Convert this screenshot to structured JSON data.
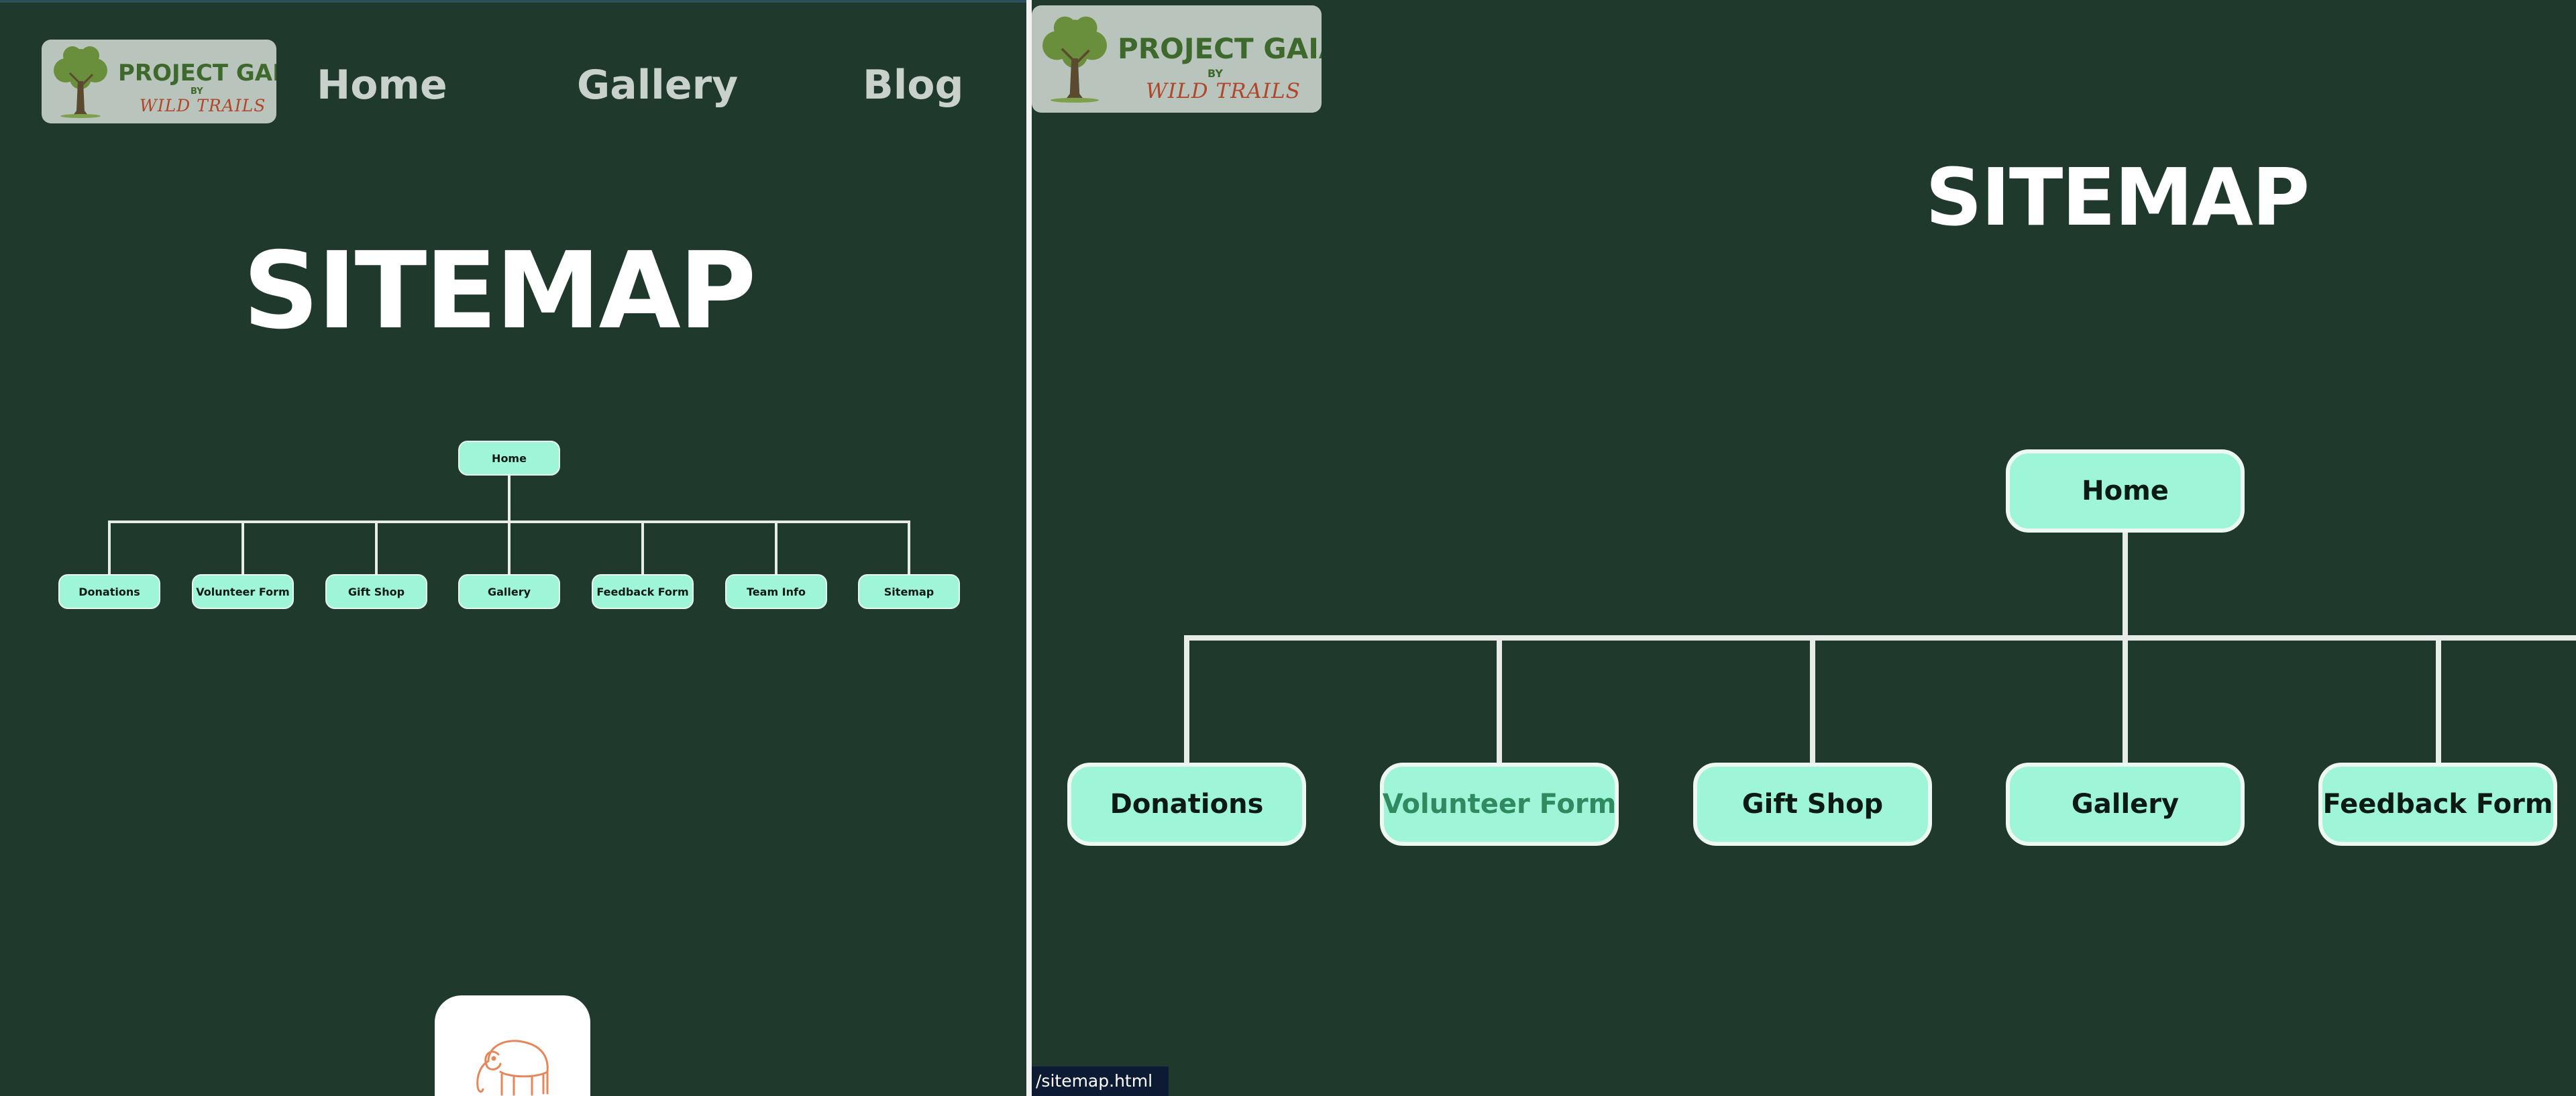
{
  "logo": {
    "title": "PROJECT GAIA",
    "by": "BY",
    "subtitle": "WILD TRAILS",
    "icon": "tree-icon"
  },
  "nav": {
    "links": [
      "Home",
      "Gallery",
      "Blog"
    ]
  },
  "sitemap": {
    "title": "SITEMAP",
    "root": "Home",
    "children": [
      "Donations",
      "Volunteer Form",
      "Gift Shop",
      "Gallery",
      "Feedback Form",
      "Team Info",
      "Sitemap"
    ]
  },
  "footer": {
    "icon": "elephant-icon"
  },
  "status_bar": {
    "url": "/sitemap.html"
  },
  "colors": {
    "background": "#1f3a2c",
    "node_fill": "#9ef5d8",
    "line": "#e8ece9",
    "title": "#ffffff",
    "nav": "#c9d1cc",
    "hover_text": "#2f8a5f"
  }
}
